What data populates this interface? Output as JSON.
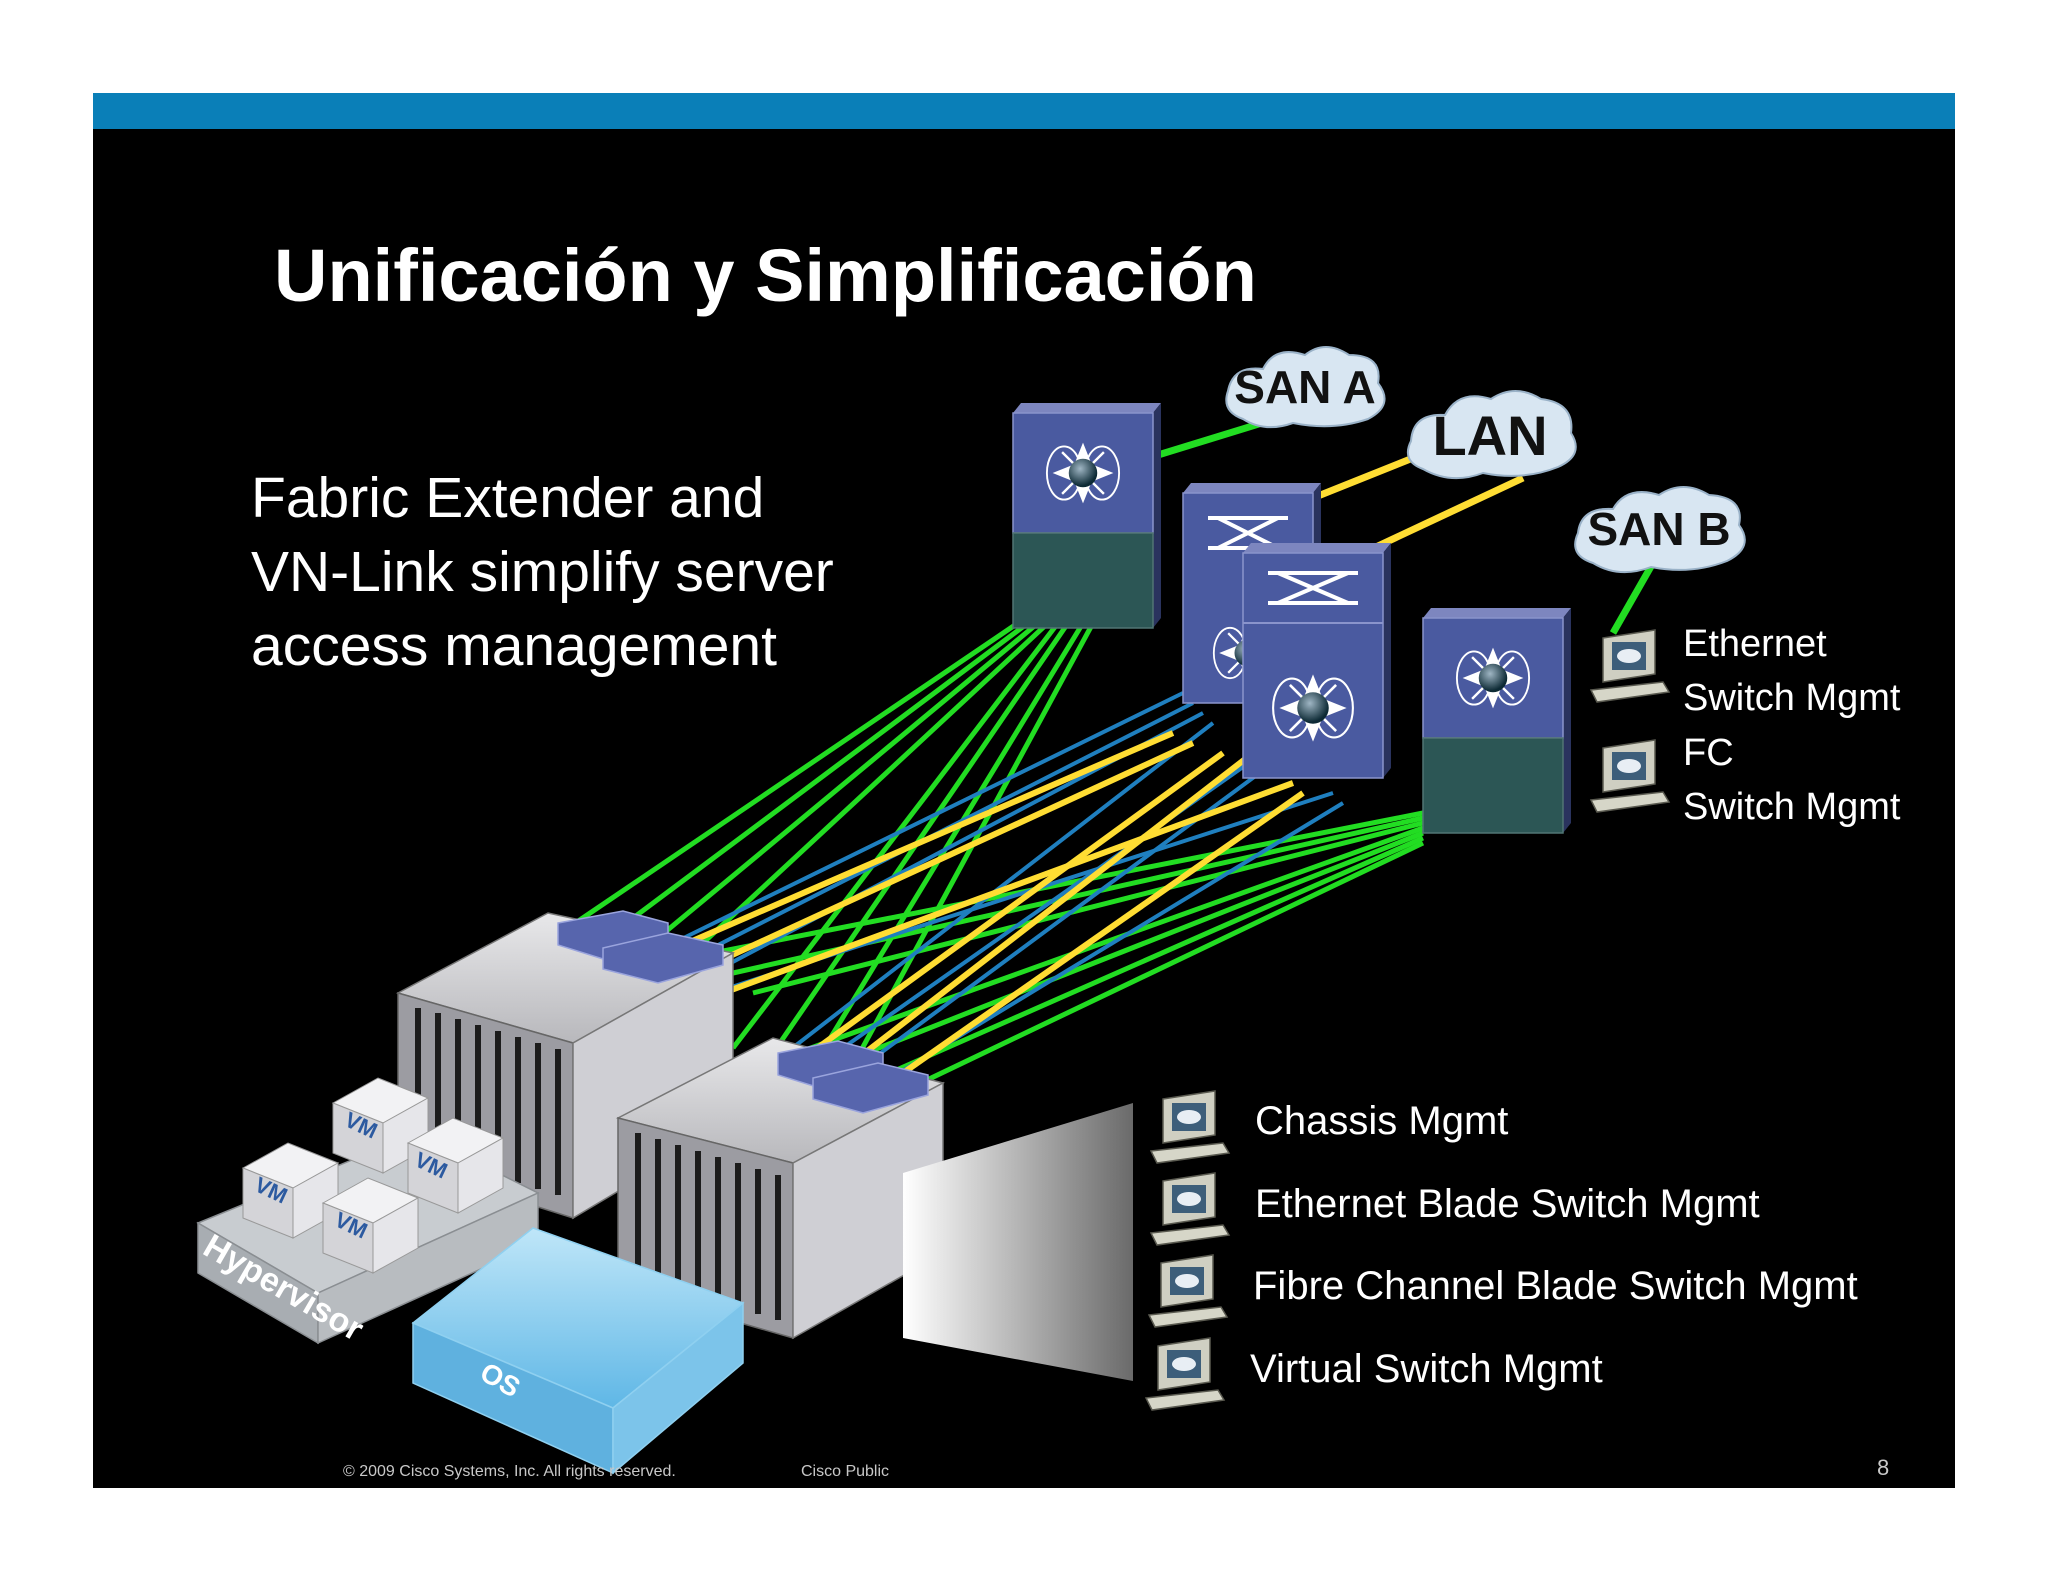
{
  "slide": {
    "title": "Unificación y Simplificación",
    "subtitle": "Fabric Extender and VN-Link simplify server access management",
    "clouds": {
      "san_a": "SAN A",
      "lan": "LAN",
      "san_b": "SAN B"
    },
    "mgmt_top": [
      {
        "line1": "Ethernet",
        "line2": "Switch Mgmt"
      },
      {
        "line1": "FC",
        "line2": "Switch Mgmt"
      }
    ],
    "mgmt_bottom": [
      "Chassis Mgmt",
      "Ethernet Blade Switch Mgmt",
      "Fibre Channel Blade Switch Mgmt",
      "Virtual Switch Mgmt"
    ],
    "virtualization": {
      "vm": "VM",
      "hypervisor": "Hypervisor",
      "os": "OS"
    },
    "footer": {
      "copyright": "© 2009 Cisco Systems, Inc. All rights reserved.",
      "classification": "Cisco Public",
      "page": "8"
    },
    "colors": {
      "accent_bar": "#0a7fb8",
      "link_green": "#22dd22",
      "link_yellow": "#ffdd33",
      "link_blue": "#1f7fbf",
      "switch_blue": "#4a5aa0",
      "switch_teal": "#2c5655"
    }
  }
}
